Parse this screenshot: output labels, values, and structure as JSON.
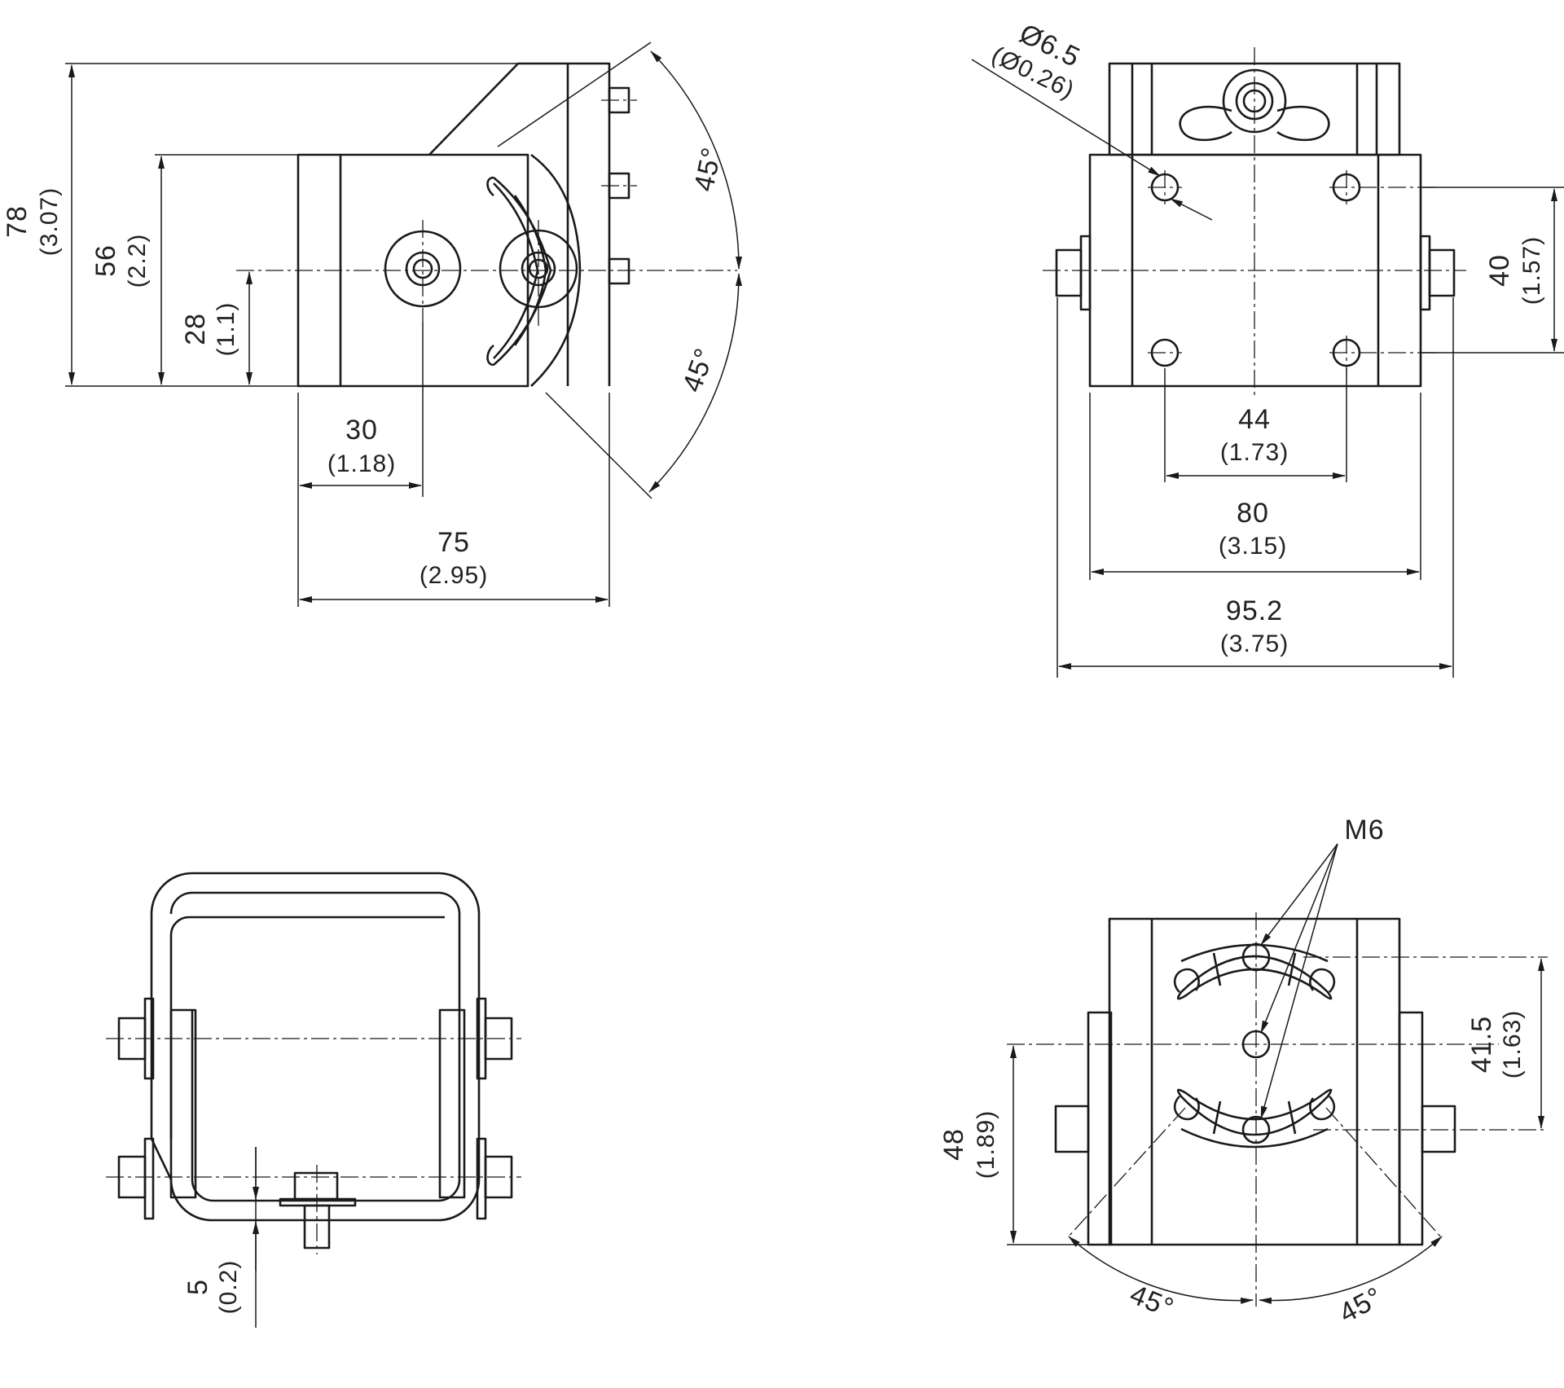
{
  "dimensions": {
    "v78": "78",
    "v78_in": "(3.07)",
    "v56": "56",
    "v56_in": "(2.2)",
    "v28": "28",
    "v28_in": "(1.1)",
    "v30": "30",
    "v30_in": "(1.18)",
    "v75": "75",
    "v75_in": "(2.95)",
    "ang_top": "45°",
    "ang_bottom": "45°",
    "dia": "Ø6.5",
    "dia_in": "(Ø0.26)",
    "v40": "40",
    "v40_in": "(1.57)",
    "v44": "44",
    "v44_in": "(1.73)",
    "v80": "80",
    "v80_in": "(3.15)",
    "v95": "95.2",
    "v95_in": "(3.75)",
    "v5": "5",
    "v5_in": "(0.2)",
    "thread": "M6",
    "v41": "41.5",
    "v41_in": "(1.63)",
    "v48": "48",
    "v48_in": "(1.89)",
    "ang_left": "45°",
    "ang_right": "45°"
  }
}
